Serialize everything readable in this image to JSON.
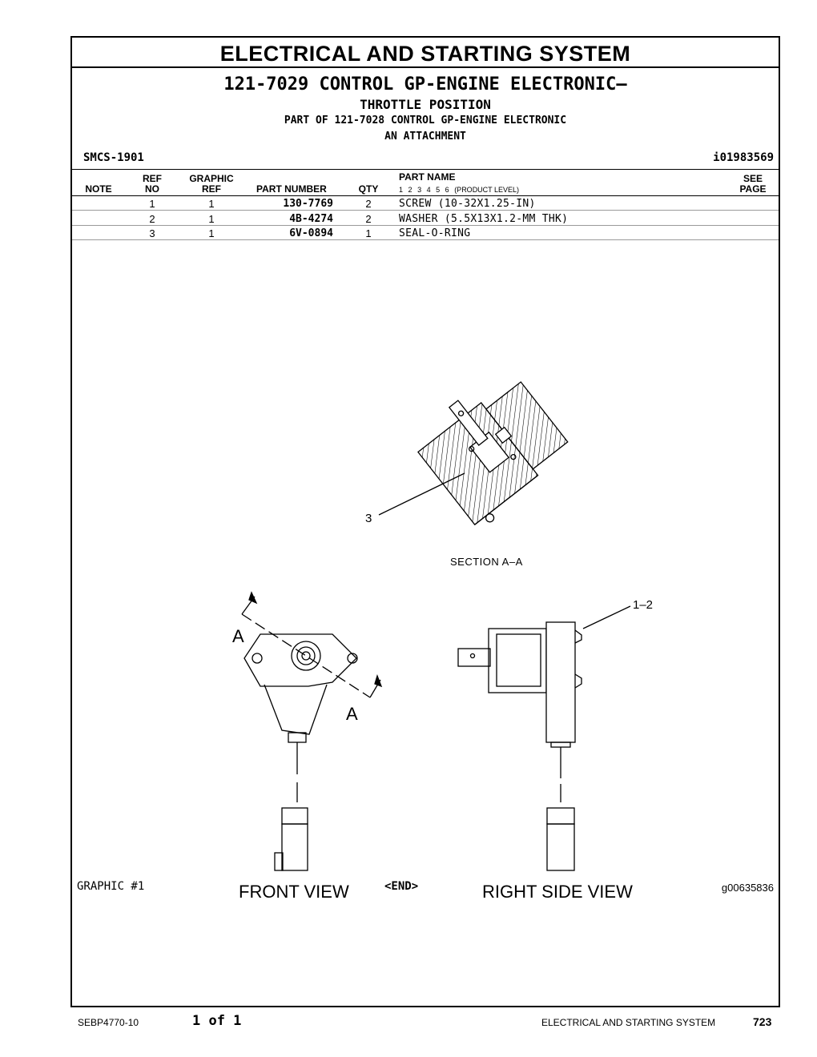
{
  "banner": "ELECTRICAL AND STARTING SYSTEM",
  "title": {
    "line1": "121-7029 CONTROL GP-ENGINE ELECTRONIC–",
    "line2": "THROTTLE POSITION",
    "line3": "PART OF 121-7028 CONTROL GP-ENGINE ELECTRONIC",
    "line4": "AN ATTACHMENT"
  },
  "smcs": "SMCS-1901",
  "info_id": "i01983569",
  "table": {
    "headers": {
      "note": "NOTE",
      "ref_top": "REF",
      "ref_bottom": "NO",
      "graphic_top": "GRAPHIC",
      "graphic_bottom": "REF",
      "part_number": "PART NUMBER",
      "qty": "QTY",
      "part_name": "PART NAME",
      "levels": [
        "1",
        "2",
        "3",
        "4",
        "5",
        "6"
      ],
      "levels_label": "(PRODUCT LEVEL)",
      "see_top": "SEE",
      "see_bottom": "PAGE"
    },
    "rows": [
      {
        "note": "",
        "ref": "1",
        "graphic": "1",
        "part_number": "130-7769",
        "qty": "2",
        "name": "SCREW (10-32X1.25-IN)",
        "page": ""
      },
      {
        "note": "",
        "ref": "2",
        "graphic": "1",
        "part_number": "4B-4274",
        "qty": "2",
        "name": "WASHER (5.5X13X1.2-MM THK)",
        "page": ""
      },
      {
        "note": "",
        "ref": "3",
        "graphic": "1",
        "part_number": "6V-0894",
        "qty": "1",
        "name": "SEAL-O-RING",
        "page": ""
      }
    ]
  },
  "drawing": {
    "callout_3": "3",
    "section_label": "SECTION A–A",
    "section_a1": "A",
    "section_a2": "A",
    "callout_12": "1–2",
    "front_view": "FRONT VIEW",
    "right_view": "RIGHT SIDE VIEW"
  },
  "graphic_label": "GRAPHIC #1",
  "end_label": "<END>",
  "graphic_id": "g00635836",
  "page_footer": {
    "doc_no": "SEBP4770-10",
    "page_of": "1 of 1",
    "section": "ELECTRICAL AND STARTING SYSTEM",
    "page": "723"
  }
}
